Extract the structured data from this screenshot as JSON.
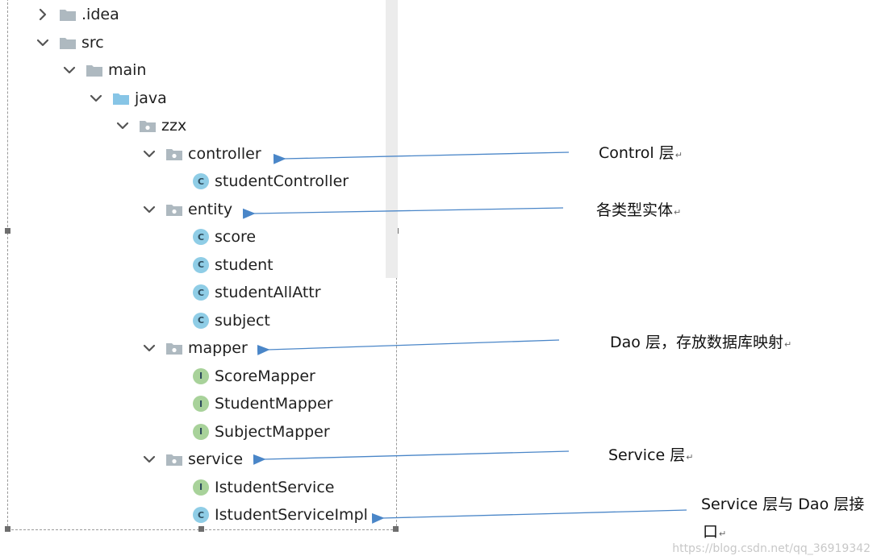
{
  "tree": [
    {
      "label": ".idea",
      "depth": 0,
      "kind": "folder",
      "expanded": false
    },
    {
      "label": "src",
      "depth": 0,
      "kind": "folder",
      "expanded": true
    },
    {
      "label": "main",
      "depth": 1,
      "kind": "folder",
      "expanded": true
    },
    {
      "label": "java",
      "depth": 2,
      "kind": "source-folder",
      "expanded": true
    },
    {
      "label": "zzx",
      "depth": 3,
      "kind": "package",
      "expanded": true
    },
    {
      "label": "controller",
      "depth": 4,
      "kind": "package",
      "expanded": true
    },
    {
      "label": "studentController",
      "depth": 5,
      "kind": "class",
      "badge": "C"
    },
    {
      "label": "entity",
      "depth": 4,
      "kind": "package",
      "expanded": true
    },
    {
      "label": "score",
      "depth": 5,
      "kind": "class",
      "badge": "C"
    },
    {
      "label": "student",
      "depth": 5,
      "kind": "class",
      "badge": "C"
    },
    {
      "label": "studentAllAttr",
      "depth": 5,
      "kind": "class",
      "badge": "C"
    },
    {
      "label": "subject",
      "depth": 5,
      "kind": "class",
      "badge": "C"
    },
    {
      "label": "mapper",
      "depth": 4,
      "kind": "package",
      "expanded": true
    },
    {
      "label": "ScoreMapper",
      "depth": 5,
      "kind": "interface",
      "badge": "I"
    },
    {
      "label": "StudentMapper",
      "depth": 5,
      "kind": "interface",
      "badge": "I"
    },
    {
      "label": "SubjectMapper",
      "depth": 5,
      "kind": "interface",
      "badge": "I"
    },
    {
      "label": "service",
      "depth": 4,
      "kind": "package",
      "expanded": true
    },
    {
      "label": "IstudentService",
      "depth": 5,
      "kind": "interface",
      "badge": "I"
    },
    {
      "label": "IstudentServiceImpl",
      "depth": 5,
      "kind": "class",
      "badge": "C"
    }
  ],
  "annotations": {
    "control": "Control 层",
    "entity": "各类型实体",
    "dao": "Dao 层，存放数据库映射",
    "service": "Service 层",
    "impl_line1": "Service 层与 Dao 层接",
    "impl_line2": "口",
    "return_mark": "↵"
  },
  "watermark": "https://blog.csdn.net/qq_36919342",
  "colors": {
    "folder": "#aeb9c0",
    "source_folder": "#87c5e6",
    "class_badge": "#8fcde6",
    "interface_badge": "#a8d29a",
    "arrow": "#4a86c8",
    "chevron": "#555555"
  },
  "icons": {
    "collapsed": "chevron-right-icon",
    "expanded": "chevron-down-icon",
    "folder": "folder-icon",
    "source_folder": "source-folder-icon",
    "package": "package-icon",
    "class": "class-icon",
    "interface": "interface-icon"
  }
}
